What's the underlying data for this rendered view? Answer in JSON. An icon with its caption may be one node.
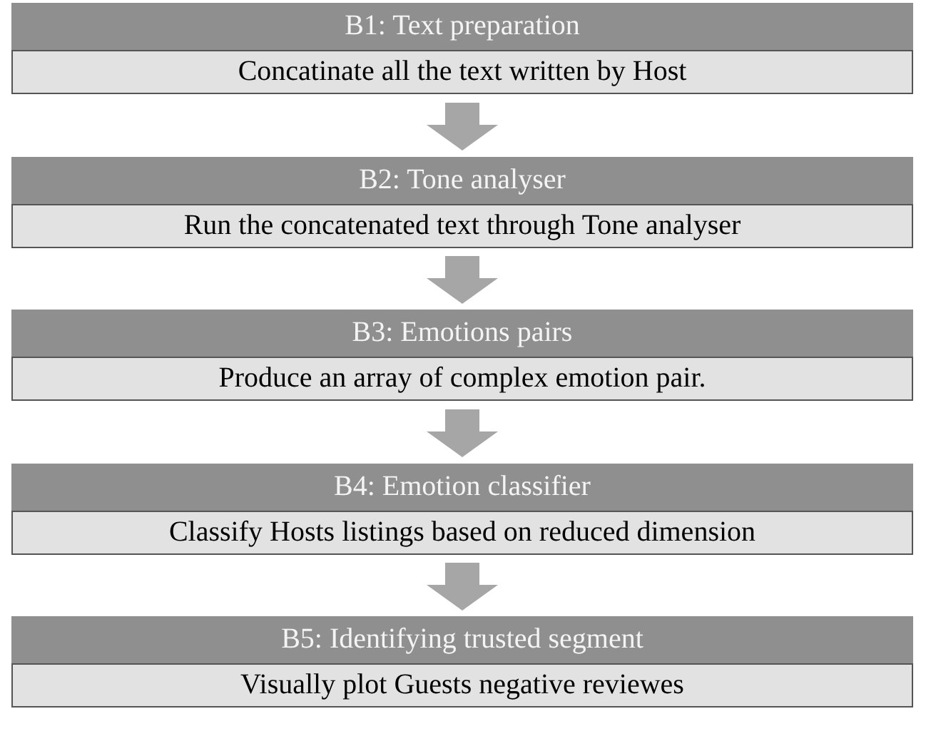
{
  "diagram": {
    "nodes": [
      {
        "text": [
          "B1: Text preparation",
          "Concatinate all the text written by Host"
        ]
      },
      {
        "text": [
          "B2: Tone analyser",
          "Run the concatenated text through Tone analyser"
        ]
      },
      {
        "text": [
          "B3: Emotions pairs",
          "Produce an array of complex emotion pair."
        ]
      },
      {
        "text": [
          "B4: Emotion classifier",
          "Classify Hosts listings based on reduced dimension"
        ]
      },
      {
        "text": [
          "B5: Identifying trusted segment",
          "Visually plot Guests negative reviewes"
        ]
      }
    ],
    "edges": [
      {
        "from": 0,
        "to": 1,
        "arrow": "to"
      },
      {
        "from": 1,
        "to": 2,
        "arrow": "to"
      },
      {
        "from": 2,
        "to": 3,
        "arrow": "to"
      },
      {
        "from": 3,
        "to": 4,
        "arrow": "to"
      }
    ]
  }
}
